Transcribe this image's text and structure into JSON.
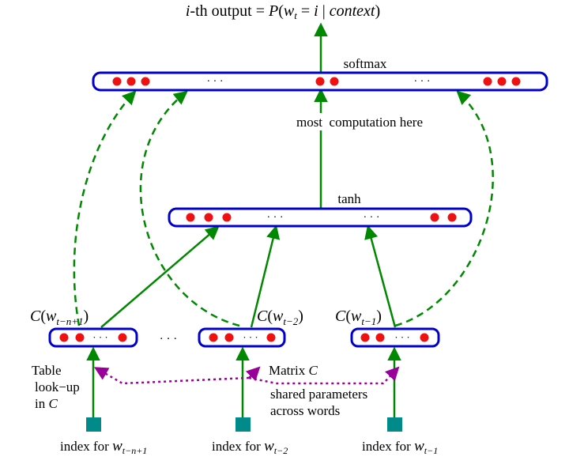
{
  "title": {
    "i": "i",
    "mid": "-th output = ",
    "P": "P",
    "open": "(",
    "w": "w",
    "wsub": "t",
    "eq": " = ",
    "i2": "i",
    "bar": " | ",
    "context": "context",
    "close": ")"
  },
  "labels": {
    "softmax": "softmax",
    "most_computation": "most  computation here",
    "tanh": "tanh",
    "ellipsis": "· · ·",
    "table_lookup_1": "Table",
    "table_lookup_2": "look−up",
    "table_lookup_3_pre": "in ",
    "table_lookup_3_C": "C",
    "matrix_pre": "Matrix ",
    "matrix_C": "C",
    "shared_1": "shared parameters",
    "shared_2": "across words"
  },
  "context_vectors": [
    {
      "C": "C",
      "open": "(",
      "w": "w",
      "sub": "t−n+1",
      "close": ")"
    },
    {
      "C": "C",
      "open": "(",
      "w": "w",
      "sub": "t−2",
      "close": ")"
    },
    {
      "C": "C",
      "open": "(",
      "w": "w",
      "sub": "t−1",
      "close": ")"
    }
  ],
  "index_labels": [
    {
      "pre": "index for ",
      "w": "w",
      "sub": "t−n+1"
    },
    {
      "pre": "index for ",
      "w": "w",
      "sub": "t−2"
    },
    {
      "pre": "index for ",
      "w": "w",
      "sub": "t−1"
    }
  ],
  "colors": {
    "layer_border": "#0000cc",
    "unit": "#ee1111",
    "arrow": "#008800",
    "shared_arrow": "#990099",
    "index_square": "#008b8b"
  }
}
